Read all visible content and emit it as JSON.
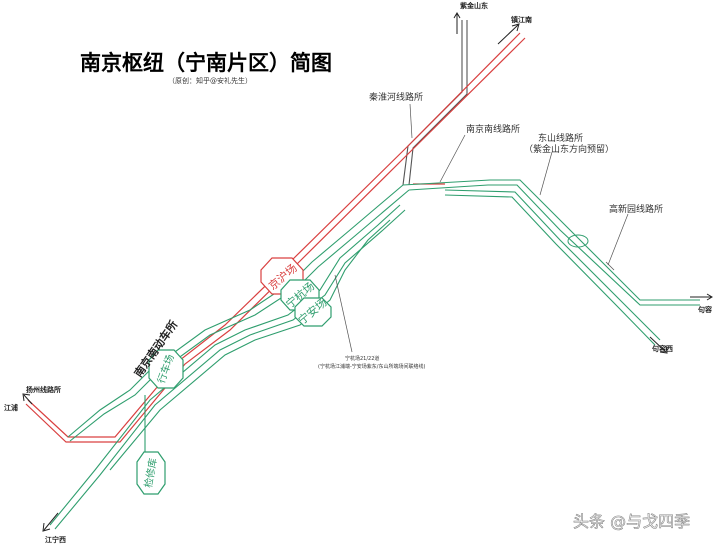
{
  "title": "南京枢纽（宁南片区）简图",
  "subtitle": "（原创：知乎@安礼先生）",
  "terminals": {
    "zijinshan_east": "紫金山东",
    "zhenjiang_south": "镇江南",
    "yangzhou_line_junction": "扬州线路所",
    "jiangpu": "江浦",
    "jiangning_west": "江宁西",
    "jurong": "句容",
    "jurong_west": "句容西"
  },
  "junctions": {
    "qinhuaihe": "秦淮河线路所",
    "nanjing_south_junction": "南京南线路所",
    "dongshan": "东山线路所",
    "dongshan_note": "（紫金山东方向预留）",
    "gaoxinyuan": "高新园线路所"
  },
  "yards": {
    "jinghu": "京沪场",
    "ninghang": "宁杭场",
    "ningan": "宁安场",
    "xingche": "行车场",
    "jianxiu": "检修库"
  },
  "depot": "南京南动车所",
  "annotation": {
    "line1": "宁杭场21/22道",
    "line2": "(宁杭场江浦端-宁安场紫东/东山所端场间联络线)"
  },
  "watermark": "头条 @与戈四季",
  "colors": {
    "red_line": "#d94040",
    "green_line": "#2f9e6e",
    "gray_line": "#555555"
  }
}
